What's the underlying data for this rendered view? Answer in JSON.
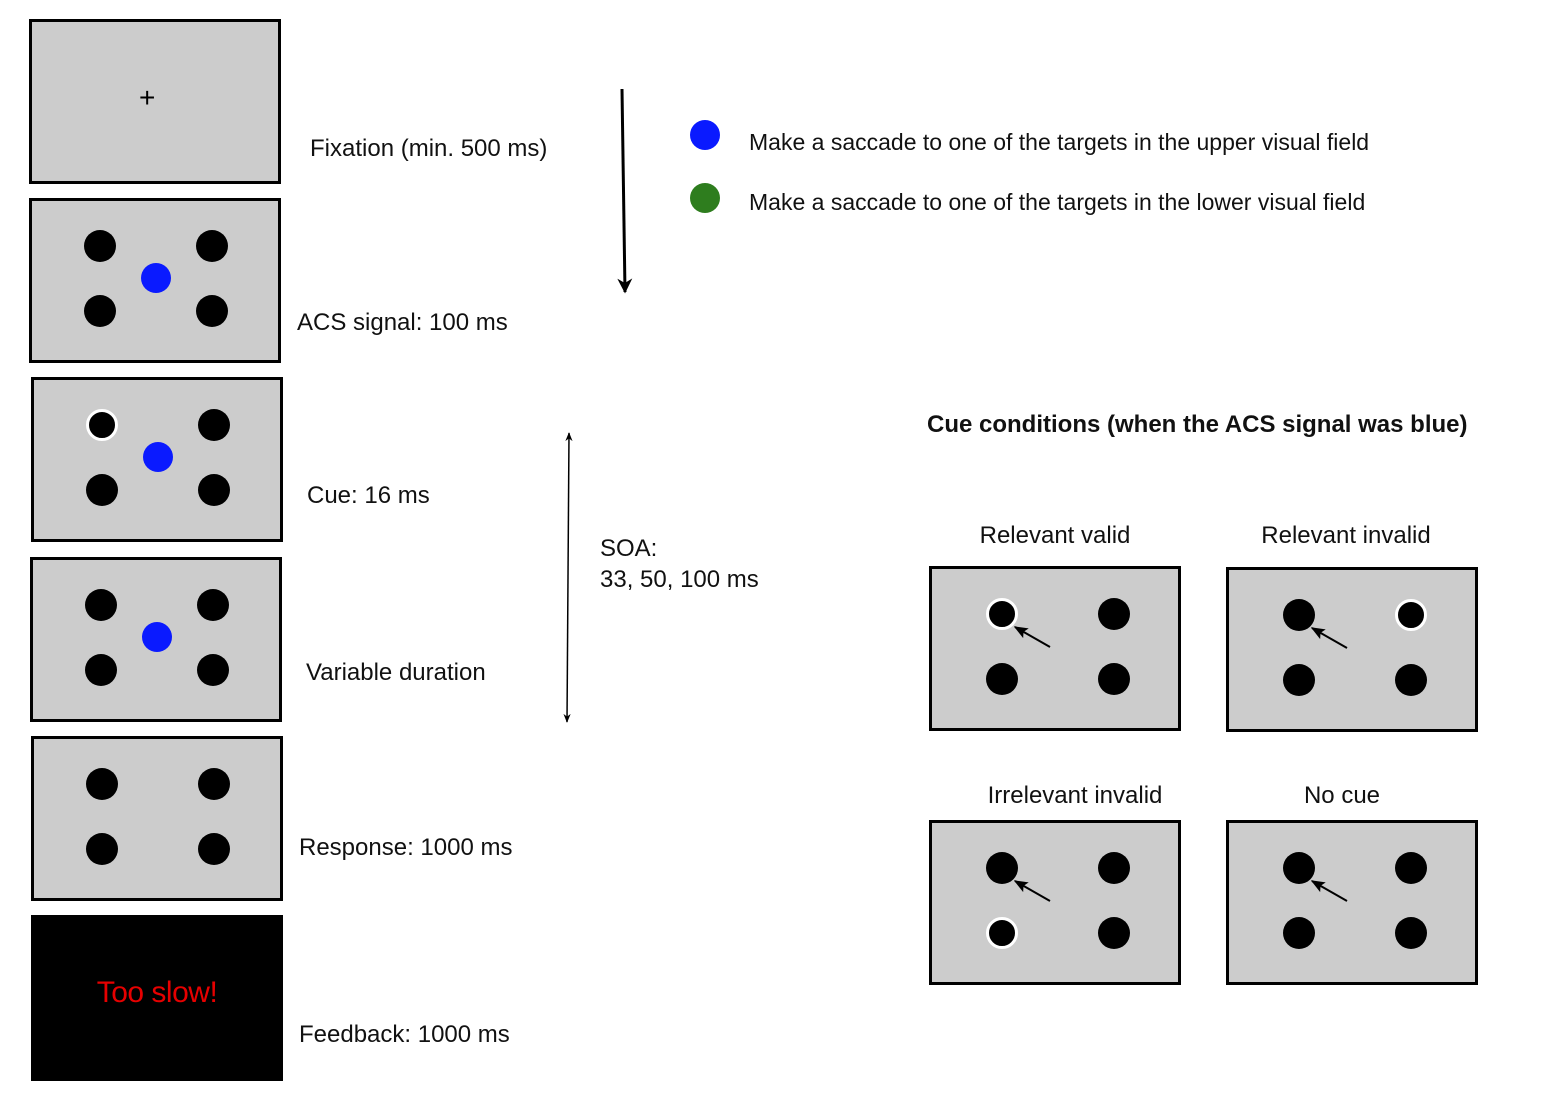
{
  "colors": {
    "panel_gray": "#cccccc",
    "signal_blue": "#0a1aff",
    "signal_green": "#2e7d1e",
    "feedback_red": "#e60000",
    "dot_black": "#000000"
  },
  "sequence": [
    {
      "id": "fixation",
      "label": "Fixation (min. 500 ms)",
      "symbol": "+"
    },
    {
      "id": "acs-signal",
      "label": "ACS signal: 100 ms",
      "signal_color": "blue"
    },
    {
      "id": "cue",
      "label": "Cue: 16 ms",
      "signal_color": "blue",
      "cued_position": "upper-left"
    },
    {
      "id": "variable",
      "label": "Variable duration",
      "signal_color": "blue"
    },
    {
      "id": "response",
      "label": "Response: 1000 ms"
    },
    {
      "id": "feedback",
      "label": "Feedback: 1000 ms",
      "text": "Too slow!"
    }
  ],
  "soa": {
    "line1": "SOA:",
    "line2": "33, 50, 100 ms"
  },
  "legend": [
    {
      "color": "blue",
      "text": "Make a saccade to one of the targets in the upper visual field"
    },
    {
      "color": "green",
      "text": "Make a saccade to one of the targets in the lower  visual field"
    }
  ],
  "cue_conditions": {
    "heading": "Cue conditions  (when the ACS signal was blue)",
    "panels": [
      {
        "title": "Relevant valid",
        "cued_position": "upper-left"
      },
      {
        "title": "Relevant invalid",
        "cued_position": "upper-right"
      },
      {
        "title": "Irrelevant invalid",
        "cued_position": "lower-left"
      },
      {
        "title": "No cue",
        "cued_position": "none"
      }
    ]
  }
}
